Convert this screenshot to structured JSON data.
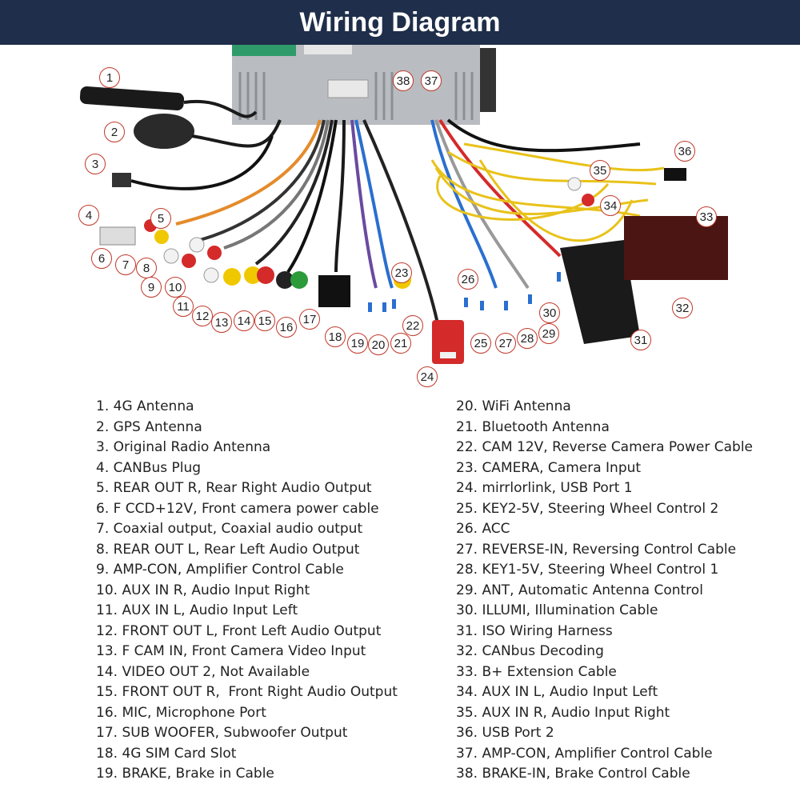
{
  "header": {
    "title": "Wiring Diagram"
  },
  "diagram": {
    "callouts": [
      "1",
      "2",
      "3",
      "4",
      "5",
      "6",
      "7",
      "8",
      "9",
      "10",
      "11",
      "12",
      "13",
      "14",
      "15",
      "16",
      "17",
      "18",
      "19",
      "20",
      "21",
      "22",
      "23",
      "24",
      "25",
      "26",
      "27",
      "28",
      "29",
      "30",
      "31",
      "32",
      "33",
      "34",
      "35",
      "36",
      "37",
      "38"
    ]
  },
  "legend": {
    "left": [
      "1. 4G Antenna",
      "2. GPS Antenna",
      "3. Original Radio Antenna",
      "4. CANBus Plug",
      "5. REAR OUT R, Rear Right Audio Output",
      "6. F CCD+12V, Front camera power cable",
      "7. Coaxial output, Coaxial audio output",
      "8. REAR OUT L, Rear Left Audio Output",
      "9. AMP-CON, Amplifier Control Cable",
      "10. AUX IN R, Audio Input Right",
      "11. AUX IN L, Audio Input Left",
      "12. FRONT OUT L, Front Left Audio Output",
      "13. F CAM IN, Front Camera Video Input",
      "14. VIDEO OUT 2, Not Available",
      "15. FRONT OUT R,  Front Right Audio Output",
      "16. MIC, Microphone Port",
      "17. SUB WOOFER, Subwoofer Output",
      "18. 4G SIM Card Slot",
      "19. BRAKE, Brake in Cable"
    ],
    "right": [
      "20. WiFi Antenna",
      "21. Bluetooth Antenna",
      "22. CAM 12V, Reverse Camera Power Cable",
      "23. CAMERA, Camera Input",
      "24. mirrlorlink, USB Port 1",
      "25. KEY2-5V, Steering Wheel Control 2",
      "26. ACC",
      "27. REVERSE-IN, Reversing Control Cable",
      "28. KEY1-5V, Steering Wheel Control 1",
      "29. ANT, Automatic Antenna Control",
      "30. ILLUMI, Illumination Cable",
      "31. ISO Wiring Harness",
      "32. CANbus Decoding",
      "33. B+ Extension Cable",
      "34. AUX IN L, Audio Input Left",
      "35. AUX IN R, Audio Input Right",
      "36. USB Port 2",
      "37. AMP-CON, Amplifier Control Cable",
      "38. BRAKE-IN, Brake Control Cable"
    ]
  },
  "colors": {
    "header_bg": "#1f2e4a",
    "callout_border": "#c0392b",
    "yellow_cable": "#e8c21a",
    "rca_red": "#d42a2a",
    "rca_white": "#f2f2f2",
    "rca_yellow": "#f0c800",
    "rca_green": "#2e9b3a"
  }
}
